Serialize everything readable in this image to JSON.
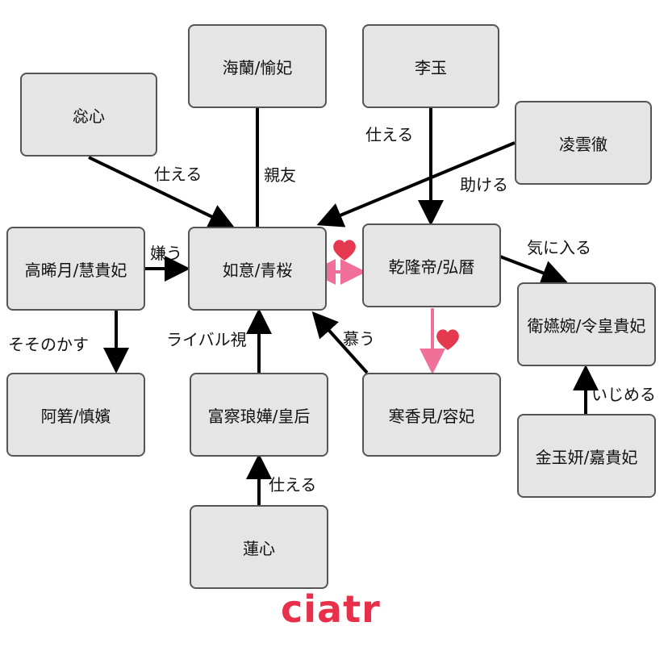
{
  "nodes": {
    "soshin": "惢心",
    "kairan": "海蘭/愉妃",
    "rigyoku": "李玉",
    "ryouuntetsu": "凌雲徹",
    "kokigetsu": "高晞月/慧貴妃",
    "nyoi": "如意/青桜",
    "kenryuu": "乾隆帝/弘暦",
    "eienen": "衛嬿婉/令皇貴妃",
    "akan": "阿箬/慎嬪",
    "fucha": "富察琅嬅/皇后",
    "kankouken": "寒香見/容妃",
    "kingyokuken": "金玉妍/嘉貴妃",
    "renshin": "蓮心"
  },
  "edge_labels": {
    "soshin_nyoi": "仕える",
    "kairan_nyoi": "親友",
    "rigyoku_kenryuu": "仕える",
    "ryouuntetsu_nyoi": "助ける",
    "kokigetsu_nyoi": "嫌う",
    "kenryuu_eienen": "気に入る",
    "kokigetsu_akan": "そそのかす",
    "fucha_nyoi": "ライバル視",
    "kankouken_nyoi": "慕う",
    "kingyokuken_eienen": "いじめる",
    "renshin_fucha": "仕える"
  },
  "colors": {
    "arrow": "#000000",
    "love_arrow": "#f0709a",
    "heart": "#e53950",
    "logo_ci": "#e8304a",
    "logo_atr": "#e8304a"
  },
  "logo": "ciatr"
}
